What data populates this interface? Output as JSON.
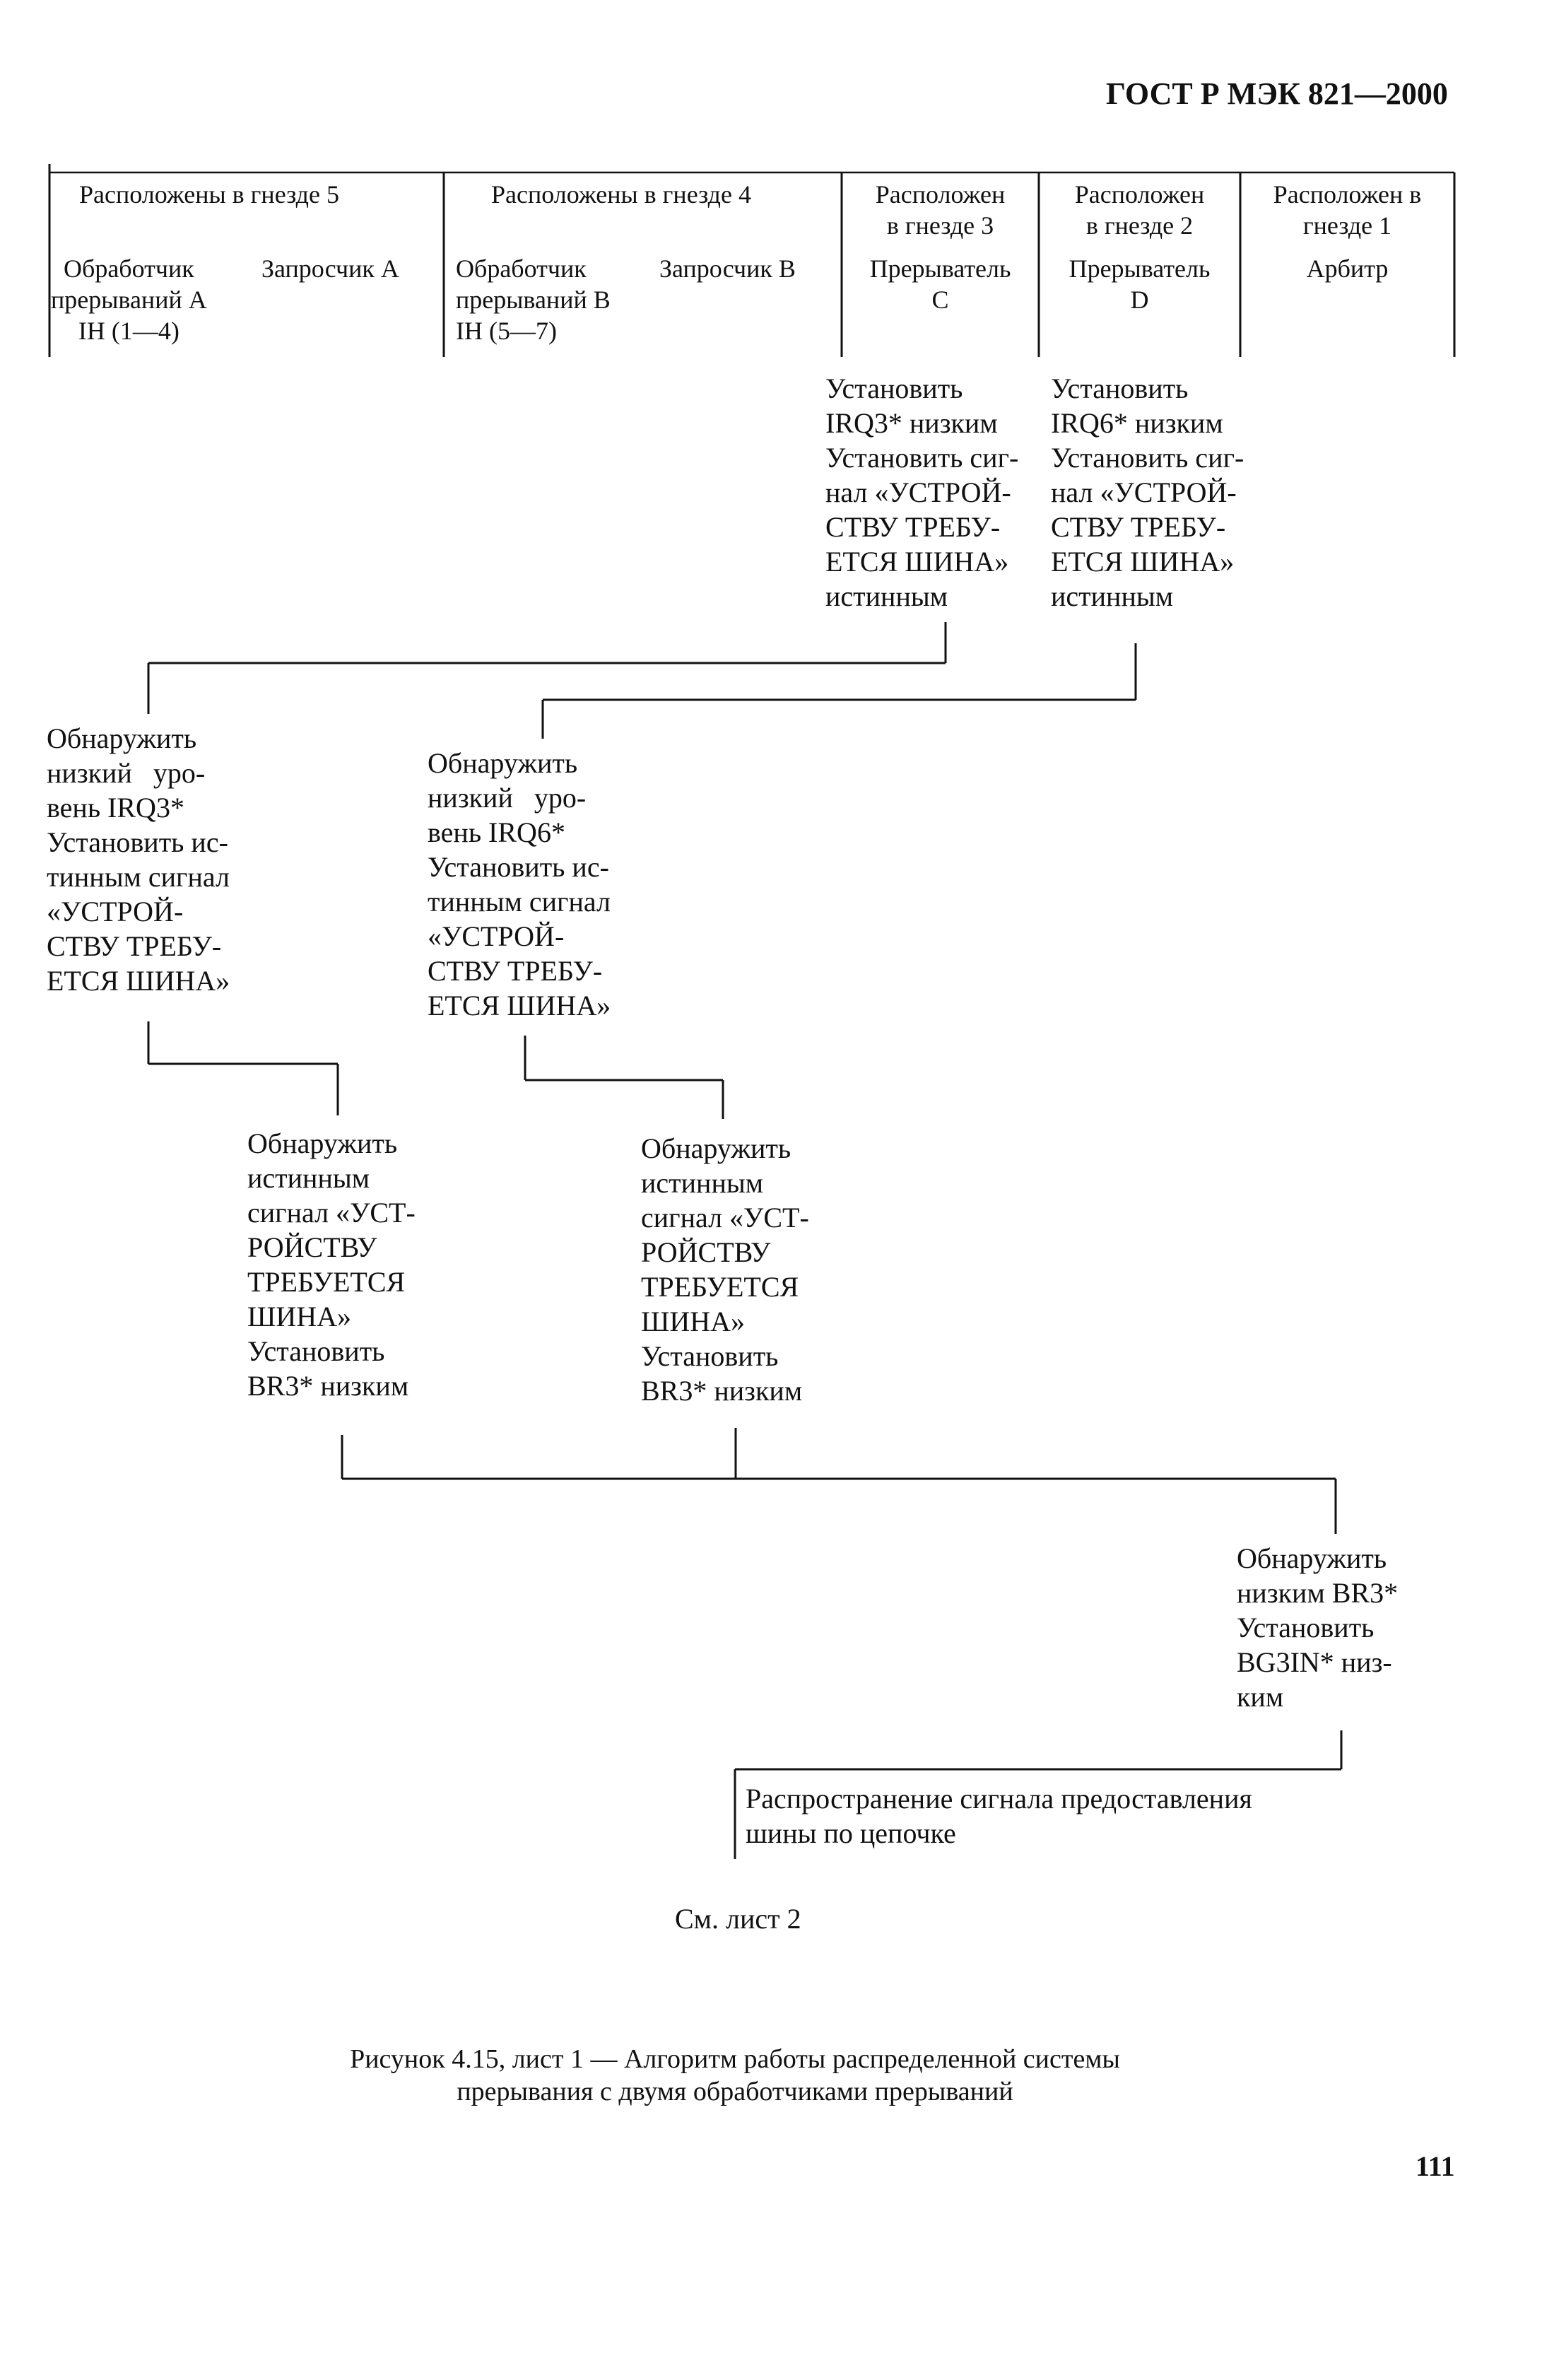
{
  "header": {
    "standard": "ГОСТ Р МЭК 821—2000"
  },
  "table": {
    "slot5": {
      "title": "Расположены в гнезде 5",
      "handler": "Обработчик\nпрерываний А\nIH (1—4)",
      "requester": "Запросчик А"
    },
    "slot4": {
      "title": "Расположены в гнезде 4",
      "handler": "Обработчик\nпрерываний В\nIH (5—7)",
      "requester": "Запросчик В"
    },
    "slot3": {
      "title": "Расположен\nв гнезде 3",
      "device": "Прерыватель\nС"
    },
    "slot2": {
      "title": "Расположен\nв гнезде 2",
      "device": "Прерыватель\nD"
    },
    "slot1": {
      "title": "Расположен в\nгнезде 1",
      "device": "Арбитр"
    }
  },
  "steps": {
    "interrupter_c": "Установить\nIRQ3* низким\nУстановить сиг-\nнал «УСТРОЙ-\nСТВУ ТРЕБУ-\nЕТСЯ ШИНА»\nистинным",
    "interrupter_d": "Установить\nIRQ6* низким\nУстановить сиг-\nнал «УСТРОЙ-\nСТВУ ТРЕБУ-\nЕТСЯ ШИНА»\nистинным",
    "handler_a": "Обнаружить\nнизкий   уро-\nвень IRQ3*\nУстановить ис-\nтинным сигнал\n«УСТРОЙ-\nСТВУ ТРЕБУ-\nЕТСЯ ШИНА»",
    "handler_b": "Обнаружить\nнизкий   уро-\nвень IRQ6*\nУстановить ис-\nтинным сигнал\n«УСТРОЙ-\nСТВУ ТРЕБУ-\nЕТСЯ ШИНА»",
    "requester_a": "Обнаружить\nистинным\nсигнал «УСТ-\nРОЙСТВУ\nТРЕБУЕТСЯ\nШИНА»\nУстановить\nBR3* низким",
    "requester_b": "Обнаружить\nистинным\nсигнал «УСТ-\nРОЙСТВУ\nТРЕБУЕТСЯ\nШИНА»\nУстановить\nBR3* низким",
    "arbiter": "Обнаружить\nнизким BR3*\nУстановить\nBG3IN* низ-\nким",
    "propagation": "Распространение сигнала предоставления\nшины по цепочке"
  },
  "footer": {
    "see_sheet": "См. лист 2",
    "caption": "Рисунок 4.15, лист 1 — Алгоритм работы распределенной системы\nпрерывания с двумя обработчиками прерываний",
    "page_number": "111"
  }
}
